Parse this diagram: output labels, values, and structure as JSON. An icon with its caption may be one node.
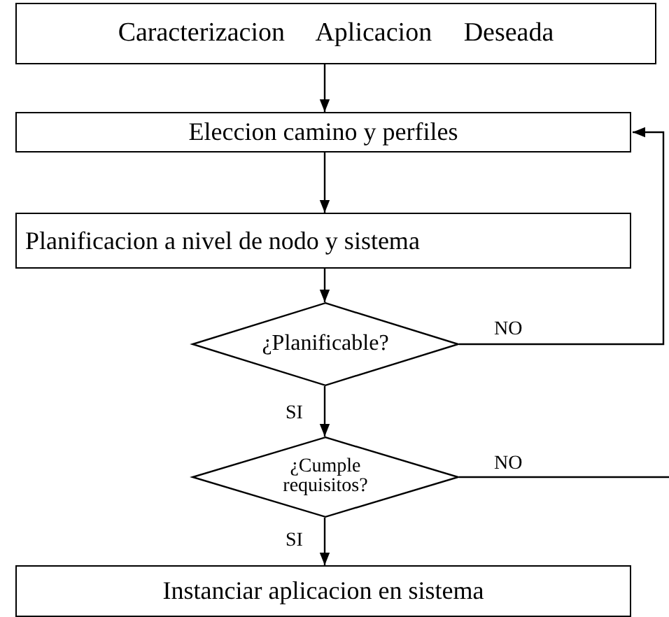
{
  "diagram": {
    "nodes": [
      {
        "text": [
          "Caracterizacion Aplicacion Deseada"
        ]
      },
      {
        "text": [
          "Eleccion camino y perfiles"
        ]
      },
      {
        "text": [
          "Planificacion a nivel de nodo y sistema"
        ]
      },
      {
        "text": [
          "¿Planificable?"
        ]
      },
      {
        "text": [
          "¿Cumple requisitos?"
        ]
      },
      {
        "text": [
          "Instanciar aplicacion en sistema"
        ]
      }
    ],
    "edges": [
      {
        "from": 0,
        "to": 1,
        "arrow": "to"
      },
      {
        "from": 1,
        "to": 2,
        "arrow": "to"
      },
      {
        "from": 2,
        "to": 3,
        "arrow": "to"
      },
      {
        "from": 3,
        "to": 4,
        "arrow": "to",
        "label": "SI"
      },
      {
        "from": 3,
        "to": 1,
        "arrow": "to",
        "label": "NO"
      },
      {
        "from": 4,
        "to": 5,
        "arrow": "to",
        "label": "SI"
      },
      {
        "from": 4,
        "to": null,
        "arrow": "none",
        "label": "NO"
      }
    ]
  }
}
